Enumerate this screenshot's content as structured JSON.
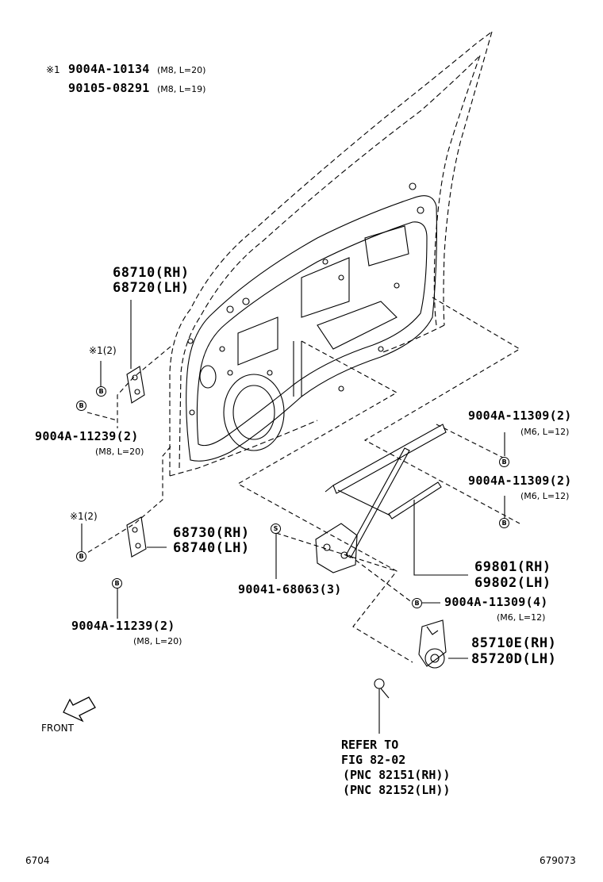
{
  "note": {
    "symbol": "※1",
    "part1": "9004A-10134",
    "part1_spec": "(M8, L=20)",
    "part2": "90105-08291",
    "part2_spec": "(M8, L=19)"
  },
  "labels": {
    "hinge_upper": {
      "rh": "68710(RH)",
      "lh": "68720(LH)"
    },
    "hinge_upper_note": "※1(2)",
    "bolt_upper": {
      "pn": "9004A-11239(2)",
      "spec": "(M8, L=20)"
    },
    "hinge_lower_note": "※1(2)",
    "hinge_lower": {
      "rh": "68730(RH)",
      "lh": "68740(LH)"
    },
    "bolt_lower": {
      "pn": "9004A-11239(2)",
      "spec": "(M8, L=20)"
    },
    "screw": "90041-68063(3)",
    "regulator_bolt_a": {
      "pn": "9004A-11309(2)",
      "spec": "(M6, L=12)"
    },
    "regulator_bolt_b": {
      "pn": "9004A-11309(2)",
      "spec": "(M6, L=12)"
    },
    "regulator": {
      "rh": "69801(RH)",
      "lh": "69802(LH)"
    },
    "regulator_bolt_c": {
      "pn": "9004A-11309(4)",
      "spec": "(M6, L=12)"
    },
    "motor": {
      "rh": "85710E(RH)",
      "lh": "85720D(LH)"
    },
    "refer": {
      "line1": "REFER TO",
      "line2": "FIG 82-02",
      "line3": "(PNC 82151(RH))",
      "line4": "(PNC 82152(LH))"
    },
    "front": "FRONT"
  },
  "badges": {
    "bolt": "B",
    "screw": "S"
  },
  "footer": {
    "left": "6704",
    "right": "679073"
  },
  "icons": {
    "front_arrow": "front-arrow-icon"
  }
}
